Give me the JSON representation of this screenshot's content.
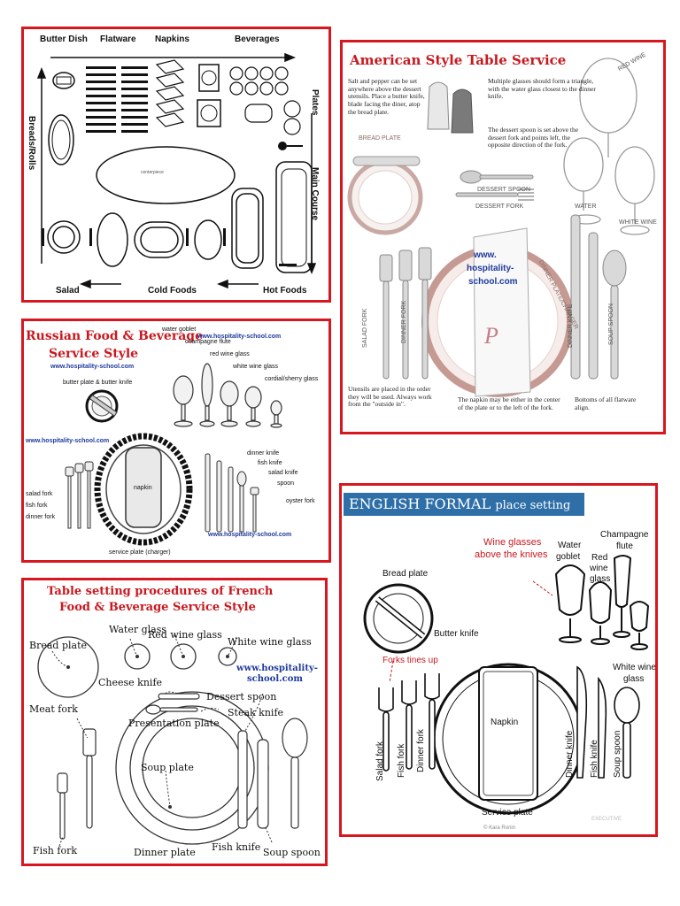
{
  "buffet": {
    "labels": {
      "butter_dish": "Butter Dish",
      "flatware": "Flatware",
      "napkins": "Napkins",
      "beverages": "Beverages",
      "plates": "Plates",
      "breads_rolls": "Breads/Rolls",
      "main_course": "Main Course",
      "salad": "Salad",
      "cold_foods": "Cold Foods",
      "hot_foods": "Hot Foods",
      "centerpiece": "centerpiece"
    }
  },
  "american": {
    "title": "American Style Table Service",
    "text_salt": "Salt and pepper can be set anywhere above the dessert utensils. Place a butter knife, blade facing the diner, atop the bread plate.",
    "text_glasses": "Multiple glasses should form a triangle, with the water glass closest to the dinner knife.",
    "text_dessert": "The dessert spoon is set above the dessert fork and points left, the opposite direction of the fork.",
    "text_utensils": "Utensils are placed in the order they will be used. Always work from the \"outside in\".",
    "text_napkin": "The napkin may be either in the center of the plate or to the left of the fork.",
    "text_bottoms": "Bottoms of all flatware align.",
    "bread_plate": "BREAD PLATE",
    "dessert_spoon": "DESSERT SPOON",
    "dessert_fork": "DESSERT FORK",
    "red_wine": "RED WINE",
    "water": "WATER",
    "white_wine": "WHITE WINE",
    "salad_fork": "SALAD FORK",
    "dinner_fork": "DINNER FORK",
    "dinner_plate": "DINNER PLATE/CHARGER",
    "dinner_knife": "DINNER KNIFE",
    "soup_spoon": "SOUP SPOON",
    "napkin_line1": "www.",
    "napkin_line2": "hospitality-",
    "napkin_line3": "school.com"
  },
  "russian": {
    "title_line1": "Russian Food & Beverage",
    "title_line2": "Service Style",
    "site": "www.hospitality-school.com",
    "water_goblet": "water goblet",
    "champagne_flute": "champagne flute",
    "red_wine_glass": "red wine glass",
    "white_wine_glass": "white wine glass",
    "cordial": "cordial/sherry glass",
    "butter_plate": "butter plate & butter knife",
    "dinner_knife": "dinner knife",
    "fish_knife": "fish knife",
    "salad_knife": "salad knife",
    "spoon": "spoon",
    "oyster_fork": "oyster fork",
    "salad_fork": "salad fork",
    "fish_fork": "fish fork",
    "dinner_fork": "dinner fork",
    "napkin": "napkin",
    "service_plate": "service plate (charger)"
  },
  "french": {
    "title_line1": "Table setting procedures of French",
    "title_line2": "Food & Beverage Service Style",
    "water_glass": "Water glass",
    "red_wine_glass": "Red wine glass",
    "white_wine_glass": "White wine glass",
    "bread_plate": "Bread plate",
    "cheese_knife": "Cheese knife",
    "dessert_spoon": "Dessert spoon",
    "site_line1": "www.hospitality-",
    "site_line2": "school.com",
    "steak_knife": "Steak knife",
    "presentation_plate": "Presentation plate",
    "meat_fork": "Meat fork",
    "soup_plate": "Soup plate",
    "fish_fork": "Fish fork",
    "dinner_plate": "Dinner plate",
    "fish_knife": "Fish knife",
    "soup_spoon": "Soup spoon"
  },
  "english": {
    "title_bold": "ENGLISH FORMAL",
    "title_rest": "place setting",
    "wine_note_line1": "Wine glasses",
    "wine_note_line2": "above the knives",
    "water_goblet_1": "Water",
    "water_goblet_2": "goblet",
    "red_wine_1": "Red",
    "red_wine_2": "wine",
    "red_wine_3": "glass",
    "champagne_1": "Champagne",
    "champagne_2": "flute",
    "white_wine_1": "White wine",
    "white_wine_2": "glass",
    "bread_plate": "Bread plate",
    "butter_knife": "Butter knife",
    "forks_note": "Forks tines up",
    "napkin": "Napkin",
    "salad_fork": "Salad fork",
    "fish_fork": "Fish fork",
    "dinner_fork": "Dinner fork",
    "dinner_knife": "Dinner knife",
    "fish_knife": "Fish knife",
    "soup_spoon": "Soup spoon",
    "service_plate": "Service plate",
    "copyright": "© Kara Ronin",
    "brand": "EXECUTIVE"
  },
  "colors": {
    "frame": "#d8161f",
    "title_red": "#c8191f",
    "english_banner": "#2f6fa8",
    "link_blue": "#1f3a9e"
  }
}
